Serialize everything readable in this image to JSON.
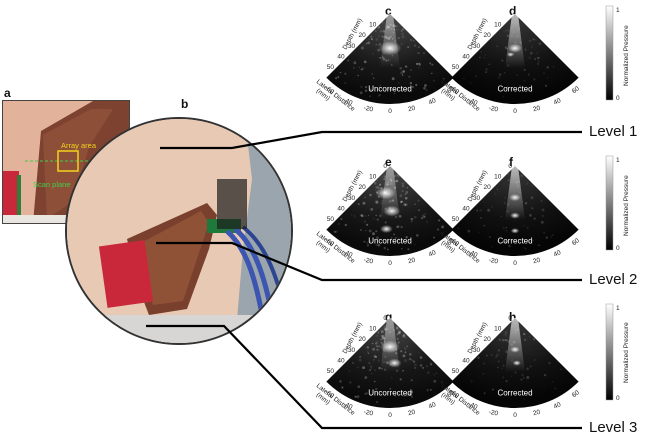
{
  "panel_labels": {
    "a": "a",
    "b": "b",
    "c": "c",
    "d": "d",
    "e": "e",
    "f": "f",
    "g": "g",
    "h": "h"
  },
  "photo_a": {
    "array_area": "Array area",
    "scan_plane": "Scan plane"
  },
  "image_titles": {
    "uncorrected": "Uncorrected",
    "corrected": "Corrected"
  },
  "axes": {
    "depth_label": "Depth (mm)",
    "lateral_label_line1": "Lateral Distance",
    "lateral_label_line2": "(mm)",
    "depth_ticks": [
      "10",
      "20",
      "30",
      "40",
      "50"
    ],
    "depth_ticks_top": [
      "0",
      "10",
      "20",
      "30",
      "40",
      "50"
    ],
    "lateral_ticks": [
      "-60",
      "-40",
      "-20",
      "0",
      "20",
      "40",
      "60"
    ]
  },
  "colorbar": {
    "label": "Normalized Pressure",
    "max": "1",
    "min": "0"
  },
  "levels": [
    "Level 1",
    "Level 2",
    "Level 3"
  ],
  "colors": {
    "skin": "#e3b8a0",
    "copper": "#8a4a35",
    "red_block": "#c8283a",
    "cable": "#3b55b0",
    "yellow_box": "#f2d21b",
    "green_line": "#3fcf4a"
  }
}
